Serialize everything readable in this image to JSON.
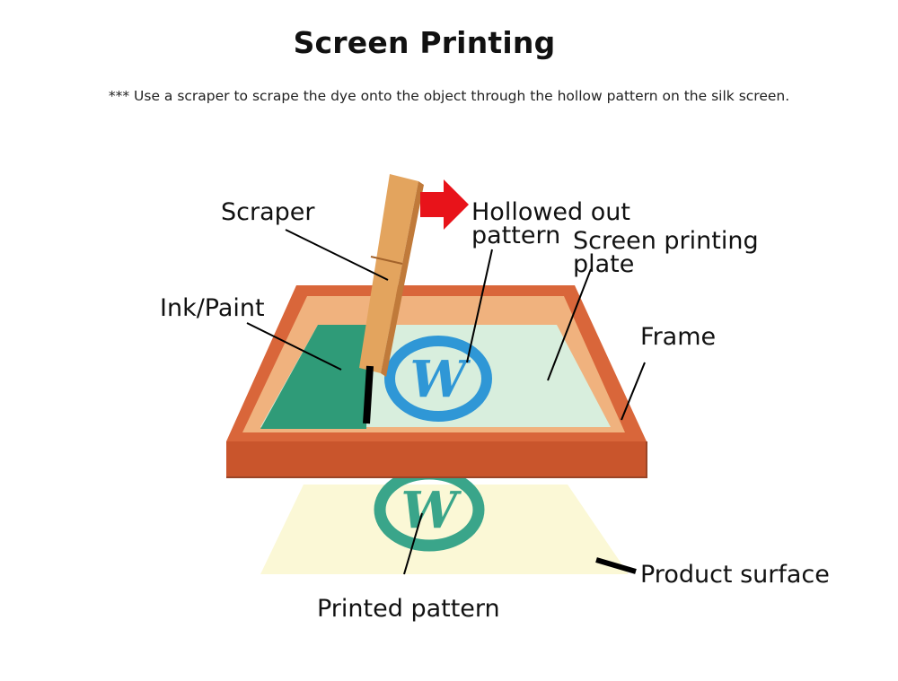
{
  "title": "Screen Printing",
  "subtitle": "*** Use a scraper to scrape the dye onto the object through the hollow pattern on the silk screen.",
  "labels": {
    "scraper": "Scraper",
    "hollowed_out_pattern_line1": "Hollowed out",
    "hollowed_out_pattern_line2": "pattern",
    "screen_printing_plate_line1": "Screen printing",
    "screen_printing_plate_line2": "plate",
    "ink_paint": "Ink/Paint",
    "frame": "Frame",
    "product_surface": "Product surface",
    "printed_pattern": "Printed pattern"
  },
  "pattern_glyph": "W",
  "colors": {
    "frame": "#d9663a",
    "frame_dark": "#9a4527",
    "frame_light": "#f0b27e",
    "mesh": "#d8eedd",
    "ink": "#2f9b78",
    "pattern_ring": "#2f97d6",
    "print": "#3aa58a",
    "product_surface": "#fbf8d6",
    "scraper": "#e3a45e",
    "scraper_dark": "#c07a3a",
    "arrow": "#e8131a"
  }
}
